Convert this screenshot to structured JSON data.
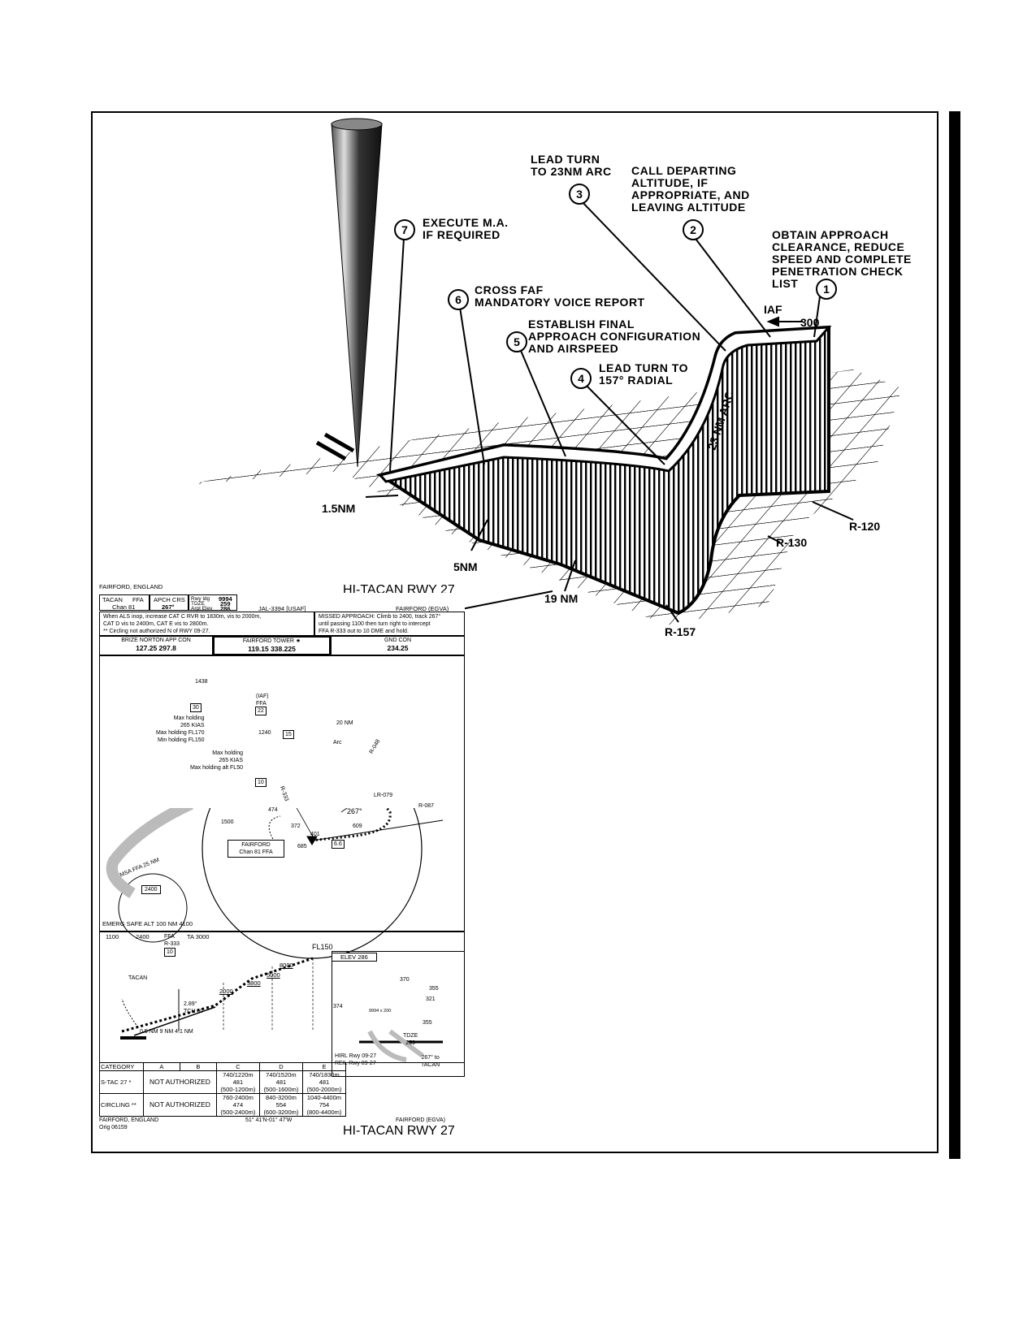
{
  "callouts": {
    "c1": {
      "num": "1",
      "text": "OBTAIN APPROACH\nCLEARANCE, REDUCE\nSPEED AND COMPLETE\nPENETRATION CHECK\nLIST"
    },
    "c2": {
      "num": "2",
      "text": "CALL DEPARTING\nALTITUDE, IF\nAPPROPRIATE, AND\nLEAVING ALTITUDE"
    },
    "c3": {
      "num": "3",
      "text": "LEAD TURN\nTO 23NM ARC"
    },
    "c4": {
      "num": "4",
      "text": "LEAD TURN TO\n157° RADIAL"
    },
    "c5": {
      "num": "5",
      "text": "ESTABLISH FINAL\nAPPROACH CONFIGURATION\nAND AIRSPEED"
    },
    "c6": {
      "num": "6",
      "text": "CROSS FAF\nMANDATORY VOICE REPORT"
    },
    "c7": {
      "num": "7",
      "text": "EXECUTE M.A.\nIF REQUIRED"
    }
  },
  "diagram_labels": {
    "iaf": "IAF",
    "iaf_alt": "300",
    "arc": "23 NM ARC",
    "r120": "R-120",
    "r130": "R-130",
    "r157": "R-157",
    "nm19": "19 NM",
    "nm5": "5NM",
    "nm15": "1.5NM"
  },
  "plate": {
    "location": "FAIRFORD, ENGLAND",
    "title": "HI-TACAN RWY 27",
    "tacan_label": "TACAN",
    "tacan_ident": "FFA",
    "tacan_chan": "Chan  81",
    "apch_crs_label": "APCH CRS",
    "apch_crs": "267°",
    "rwy_ldg_label": "Rwy ldg",
    "rwy_ldg": "9994",
    "tdze_label": "TDZE",
    "tdze": "259",
    "arpt_elev_label": "Arpt Elev",
    "arpt_elev": "286",
    "jal": "JAL-3394 [USAF]",
    "airport": "FAIRFORD    (EGVA)",
    "notes": "When ALS inop, increase CAT C RVR to 1830m, vis to 2000m,\nCAT D  vis to 2400m, CAT E vis to 2800m.\n** Circling not authorized N of RWY 09-27.",
    "missed": "MISSED APPROACH: Climb to 2400, track 267°\nuntil passing 1100 then turn right to intercept\nFFA R-333 out to 10 DME and hold.",
    "comm1_name": "BRIZE NORTON APP CON",
    "comm1_freq": "127.25  297.8",
    "comm2_name": "FAIRFORD TOWER ★",
    "comm2_freq": "119.15  338.225",
    "comm3_name": "GND CON",
    "comm3_freq": "234.25",
    "plan_labels": {
      "hold1": "Max holding\n265 KIAS\nMax holding FL170\nMin holding FL150",
      "hold2": "Max holding\n265 KIAS\nMax holding alt FL50",
      "iaf": "(IAF)\nFFA",
      "nm20": "20 NM",
      "alt1438": "1438",
      "alt1240": "1240",
      "alt1500": "1500",
      "alt474": "474",
      "alt372": "372",
      "alt401": "401",
      "alt685": "685",
      "alt609": "609",
      "crs267": "267°",
      "r087": "R-087",
      "lr079": "LR-079",
      "r048": "R-048",
      "r333": "R-333",
      "ffa": "FFA",
      "d30": "30",
      "d22": "22",
      "d15": "15",
      "d10": "10",
      "d66": "6.6",
      "navaid": "FAIRFORD\nChan 81 FFA",
      "msa": "MSA  FFA  25 NM",
      "msa_alt": "2400",
      "emerg": "EMERG SAFE ALT 100 NM 4100",
      "arc": "Arc"
    },
    "profile": {
      "ma1": "1100",
      "ma2": "2400",
      "ma3": "FFA\nR-333",
      "ma4": "10",
      "ta": "TA 3000",
      "fl150": "FL150",
      "a8000": "8000",
      "a5000": "5000",
      "a3800": "3800",
      "a2000": "2000",
      "tacan": "TACAN",
      "gs": "2.89°\nTCH 60",
      "dist": "0.5 NM   9 NM   4.1 NM"
    },
    "airport_diagram": {
      "elev": "ELEV  286",
      "a370": "370",
      "a355a": "355",
      "a321": "321",
      "a374": "374",
      "a355b": "355",
      "tdze": "TDZE\n259",
      "rwy": "9994 x 200",
      "lights": "HIRL Rwy 09-27\nREIL Rwy 09-27",
      "note": "267° to\nTACAN"
    },
    "minimums": {
      "headers": [
        "CATEGORY",
        "A",
        "B",
        "C",
        "D",
        "E"
      ],
      "rows": [
        {
          "name": "S-TAC 27 *",
          "ab": "NOT AUTHORIZED",
          "c": "740/1220m\n481\n(500-1200m)",
          "d": "740/1520m\n481\n(500-1600m)",
          "e": "740/1830m\n481\n(500-2000m)"
        },
        {
          "name": "CIRCLING **",
          "ab": "NOT AUTHORIZED",
          "c": "760-2400m\n474\n(500-2400m)",
          "d": "840-3200m\n554\n(600-3200m)",
          "e": "1040-4400m\n754\n(800-4400m)"
        }
      ]
    },
    "footer_left": "FAIRFORD, ENGLAND\nOrig 06159",
    "footer_coords": "51° 41'N-01° 47'W",
    "footer_airport": "FAIRFORD    (EGVA)",
    "footer_title": "HI-TACAN RWY 27"
  }
}
